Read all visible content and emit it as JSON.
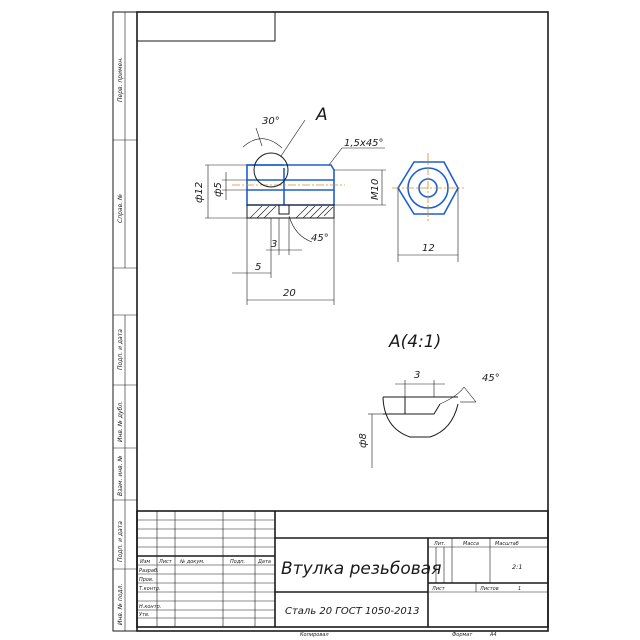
{
  "sheet": {
    "side_stamps": [
      "Перв. примен.",
      "Справ. №",
      "Подп. и дата",
      "Инв. № дубл.",
      "Взам. инв. №",
      "Подп. и дата",
      "Инв. № подл."
    ]
  },
  "views": {
    "detail_label": "A",
    "detail_title": "A(4:1)"
  },
  "dimensions": {
    "chamfer_angle": "30°",
    "chamfer": "1,5x45°",
    "outer_diameter": "ф12",
    "inner_diameter": "ф5",
    "thread": "M10",
    "groove_width": "3",
    "bevel_angle": "45°",
    "shoulder_length": "5",
    "total_length": "20",
    "hex_size": "12",
    "detail_groove_width": "3",
    "detail_angle": "45°",
    "detail_diameter": "ф8"
  },
  "title_block": {
    "col_headers": [
      "Изм",
      "Лист",
      "№ докум.",
      "Подп.",
      "Дата"
    ],
    "row_labels": [
      "Разраб.",
      "Пров.",
      "Т.контр.",
      "",
      "Н.контр.",
      "Утв."
    ],
    "part_name": "Втулка резьбовая",
    "material": "Сталь 20 ГОСТ 1050-2013",
    "lit_label": "Лит.",
    "mass_label": "Масса",
    "scale_label": "Масштаб",
    "scale_value": "2:1",
    "sheet_label": "Лист",
    "sheets_label": "Листов",
    "sheets_value": "1"
  },
  "footer": {
    "copied": "Копировал",
    "format_label": "Формат",
    "format_value": "A4"
  }
}
